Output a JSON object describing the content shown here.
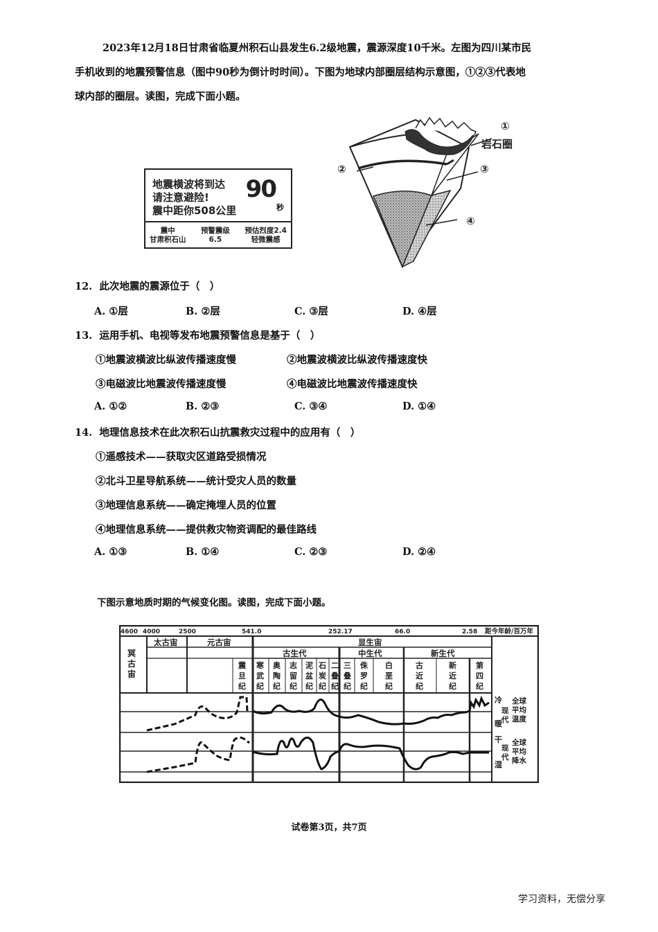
{
  "intro": {
    "line1": "2023年12月18日甘肃省临夏州积石山县发生6.2级地震，震源深度10千米。左图为四川某市民",
    "line2": "手机收到的地震预警信息（图中90秒为倒计时时间）。下图为地球内部圈层结构示意图，①②③代表地",
    "line3": "球内部的圈层。读图，完成下面小题。"
  },
  "warning_box": {
    "line1": "地震横波将到达",
    "line2": "请注意避险!",
    "line3": "震中距你508公里",
    "countdown": "90",
    "countdown_unit": "秒",
    "epicenter_label": "震中",
    "epicenter_value": "甘肃积石山",
    "magnitude_label": "预警震级",
    "magnitude_value": "6.5",
    "intensity_label": "预估烈度2.4",
    "intensity_value": "轻微震感"
  },
  "earth_diagram": {
    "labels": {
      "layer1": "①",
      "lithosphere": "岩石圈",
      "layer2": "②",
      "layer3": "③",
      "layer4": "④"
    }
  },
  "questions": [
    {
      "number": "12.",
      "stem": "此次地震的震源位于（　）",
      "statements": [],
      "options": [
        {
          "key": "A.",
          "text": "①层"
        },
        {
          "key": "B.",
          "text": "②层"
        },
        {
          "key": "C.",
          "text": "③层"
        },
        {
          "key": "D.",
          "text": "④层"
        }
      ]
    },
    {
      "number": "13.",
      "stem": "运用手机、电视等发布地震预警信息是基于（　）",
      "statements": [
        "①地震波横波比纵波传播速度慢",
        "②地震波横波比纵波传播速度快",
        "③电磁波比地震波传播速度慢",
        "④电磁波比地震波传播速度快"
      ],
      "options": [
        {
          "key": "A.",
          "text": "①②"
        },
        {
          "key": "B.",
          "text": "②③"
        },
        {
          "key": "C.",
          "text": "③④"
        },
        {
          "key": "D.",
          "text": "①④"
        }
      ]
    },
    {
      "number": "14.",
      "stem": "地理信息技术在此次积石山抗震救灾过程中的应用有（　）",
      "statements": [
        "①遥感技术——获取灾区道路受损情况",
        "②北斗卫星导航系统——统计受灾人员的数量",
        "③地理信息系统——确定掩埋人员的位置",
        "④地理信息系统——提供救灾物资调配的最佳路线"
      ],
      "options": [
        {
          "key": "A.",
          "text": "①③"
        },
        {
          "key": "B.",
          "text": "①④"
        },
        {
          "key": "C.",
          "text": "②③"
        },
        {
          "key": "D.",
          "text": "②④"
        }
      ]
    }
  ],
  "chart_intro": "下图示意地质时期的气候变化图。读图，完成下面小题。",
  "chart_data": {
    "type": "line",
    "title": "地质时期的气候变化图",
    "xlabel": "距今年龄/百万年",
    "x_ticks": [
      "4600",
      "4000",
      "2500",
      "541.0",
      "252.17",
      "66.0",
      "2.58"
    ],
    "eons": [
      "冥古宙",
      "太古宙",
      "元古宙",
      "显生宙"
    ],
    "eras": [
      "古生代",
      "中生代",
      "新生代"
    ],
    "periods": [
      "震旦纪",
      "寒武纪",
      "奥陶纪",
      "志留纪",
      "泥盆纪",
      "石炭纪",
      "二叠纪",
      "三叠纪",
      "侏罗纪",
      "白垩纪",
      "古近纪",
      "新近纪",
      "第四纪"
    ],
    "series": [
      {
        "name": "全球平均温度",
        "reference": "现代",
        "axis_labels": [
          "冷",
          "暖"
        ],
        "style": "dashed before 541 Ma, solid after"
      },
      {
        "name": "全球平均降水",
        "reference": "现代",
        "axis_labels": [
          "干",
          "湿"
        ],
        "style": "dashed before 541 Ma, solid after"
      }
    ],
    "grid": true
  },
  "footer": "试卷第3页，共7页",
  "watermark": "学习资料，无偿分享"
}
